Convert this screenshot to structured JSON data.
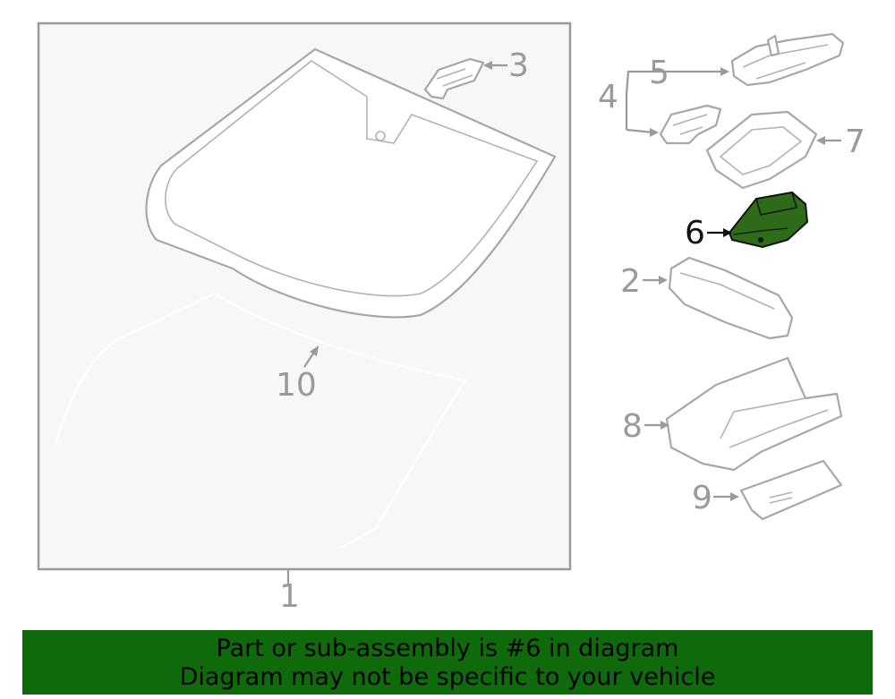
{
  "callouts": {
    "c1": "1",
    "c2": "2",
    "c3": "3",
    "c4": "4",
    "c5": "5",
    "c6": "6",
    "c7": "7",
    "c8": "8",
    "c9": "9",
    "c10": "10"
  },
  "highlighted_part": "6",
  "colors": {
    "highlight": "#2e6b18",
    "banner": "#0f6a0c",
    "line": "#a7a7a7"
  },
  "banner": {
    "line1": "Part or sub-assembly is #6 in diagram",
    "line2": "Diagram may not be specific to your vehicle"
  }
}
